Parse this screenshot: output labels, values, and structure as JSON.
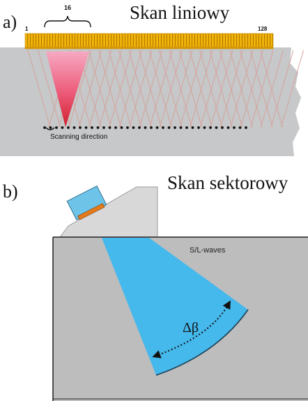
{
  "panel_a": {
    "label": "a)",
    "title": "Skan liniowy",
    "element_first": "1",
    "element_last": "128",
    "aperture_count": "16",
    "scan_direction": "Scanning direction",
    "colors": {
      "array": "#f0b20a",
      "array_lines": "#b07800",
      "specimen": "#c6c8c9",
      "active_beam": "#e23a4e",
      "ray_lines": "#d7a29c",
      "focal_points": "#111111"
    }
  },
  "panel_b": {
    "label": "b)",
    "title": "Skan sektorowy",
    "wave_label": "S/L-waves",
    "angle_label": "Δβ",
    "colors": {
      "wedge": "#d8d8d8",
      "probe": "#6ec3e8",
      "probe_elements": "#e47a1c",
      "specimen": "#bdbdbd",
      "beam": "#45b8ec"
    }
  }
}
